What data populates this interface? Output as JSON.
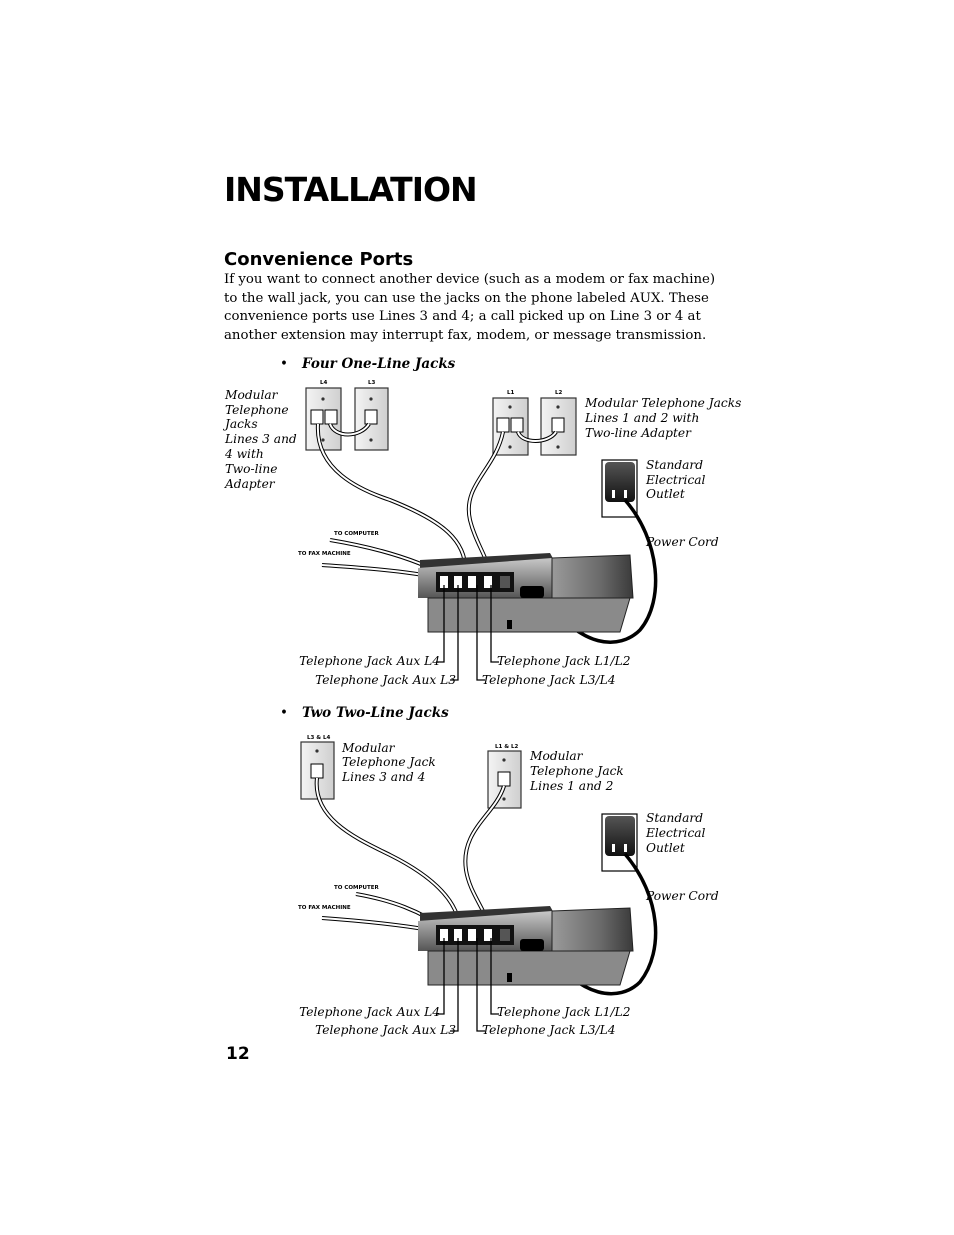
{
  "heading": "INSTALLATION",
  "subheading": "Convenience Ports",
  "intro": "If you want to connect another device (such as a modem or fax machine) to the wall jack, you can use the jacks on the phone labeled AUX. These convenience ports use Lines 3 and 4; a call picked up on Line 3 or 4 at another extension may interrupt fax, modem, or message transmission.",
  "page_number": "12",
  "diagram1": {
    "bullet": "Four One-Line Jacks",
    "jack_labels": [
      "L4",
      "L3",
      "L1",
      "L2"
    ],
    "left_callout": [
      "Modular",
      "Telephone",
      "Jacks",
      "Lines 3 and",
      "4 with",
      "Two-line",
      "Adapter"
    ],
    "right_callout": [
      "Modular Telephone Jacks",
      "Lines 1 and 2 with",
      "Two-line  Adapter"
    ],
    "outlet_label": [
      "Standard",
      "Electrical",
      "Outlet"
    ],
    "power_cord": "Power Cord",
    "to_computer": "TO COMPUTER",
    "to_fax": "TO FAX MACHINE",
    "aux_l4": "Telephone Jack Aux L4",
    "aux_l3": "Telephone Jack Aux L3",
    "jack_l1l2": "Telephone Jack L1/L2",
    "jack_l3l4": "Telephone Jack L3/L4"
  },
  "diagram2": {
    "bullet": "Two Two-Line Jacks",
    "jack_labels": [
      "L3 & L4",
      "L1 & L2"
    ],
    "left_callout": [
      "Modular",
      "Telephone Jack",
      "Lines 3 and 4"
    ],
    "right_callout": [
      "Modular",
      "Telephone Jack",
      "Lines 1 and 2"
    ],
    "outlet_label": [
      "Standard",
      "Electrical",
      "Outlet"
    ],
    "power_cord": "Power Cord",
    "to_computer": "TO COMPUTER",
    "to_fax": "TO FAX MACHINE",
    "aux_l4": "Telephone Jack Aux L4",
    "aux_l3": "Telephone Jack Aux L3",
    "jack_l1l2": "Telephone Jack L1/L2",
    "jack_l3l4": "Telephone Jack L3/L4"
  }
}
